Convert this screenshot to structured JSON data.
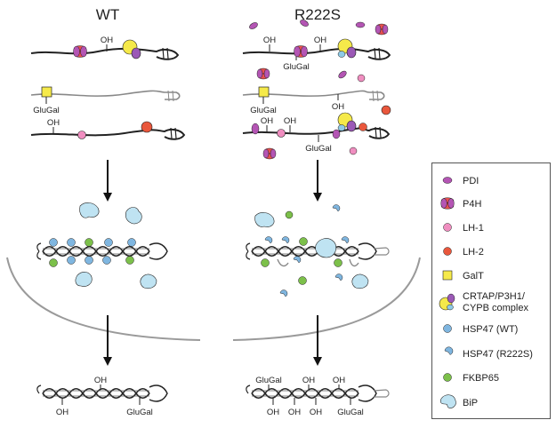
{
  "panels": {
    "wt_title": "WT",
    "mut_title": "R222S"
  },
  "labels": {
    "oh": "OH",
    "glugal": "GluGal"
  },
  "legend": {
    "items": [
      {
        "label": "PDI",
        "icon": "pdi-icon"
      },
      {
        "label": "P4H",
        "icon": "p4h-icon"
      },
      {
        "label": "LH-1",
        "icon": "lh1-icon"
      },
      {
        "label": "LH-2",
        "icon": "lh2-icon"
      },
      {
        "label": "GalT",
        "icon": "galt-icon"
      },
      {
        "label": "CRTAP/P3H1/",
        "label2": "CYPB complex",
        "icon": "crtap-complex-icon"
      },
      {
        "label": "HSP47 (WT)",
        "icon": "hsp47-wt-icon"
      },
      {
        "label": "HSP47 (R222S)",
        "icon": "hsp47-r222s-icon"
      },
      {
        "label": "FKBP65",
        "icon": "fkbp65-icon"
      },
      {
        "label": "BiP",
        "icon": "bip-icon"
      }
    ]
  },
  "colors": {
    "pdi": "#b455b4",
    "p4h": "#e84f4f",
    "lh1": "#f08ec0",
    "lh2": "#e9573c",
    "galt": "#f6ea4a",
    "crtap_yellow": "#f5e94a",
    "crtap_purple": "#9b59b6",
    "crtap_blue": "#8ecae6",
    "hsp47": "#7fb6e0",
    "fkbp65": "#7cc04a",
    "bip": "#bfe3f2"
  }
}
